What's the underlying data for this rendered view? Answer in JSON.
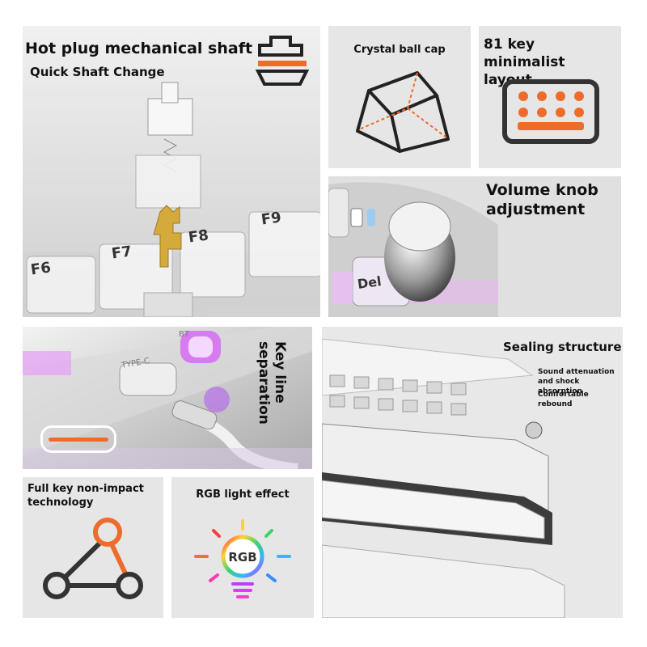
{
  "colors": {
    "accent": "#ee6c2b",
    "panel_bg": "#e6e6e6",
    "ink": "#222222"
  },
  "hotplug": {
    "title": "Hot plug mechanical shaft",
    "subtitle": "Quick Shaft Change",
    "keys": [
      "F6",
      "F7",
      "F8",
      "F9"
    ],
    "icon": "switch-icon"
  },
  "crystal_cap": {
    "title": "Crystal ball cap",
    "icon": "keycap-icon"
  },
  "layout81": {
    "title": "81 key minimalist layout",
    "icon": "keyboard-icon"
  },
  "volume": {
    "title": "Volume knob adjustment",
    "key_label": "Del"
  },
  "keyline": {
    "title": "Key line separation",
    "port_label": "TYPE-C",
    "bt_label": "BT"
  },
  "sealing": {
    "title": "Sealing structure",
    "note1": "Sound attenuation and shock absorption",
    "note2": "Comfortable rebound"
  },
  "nonimpact": {
    "title": "Full key non-impact technology",
    "icon": "triangle-network-icon"
  },
  "rgb": {
    "title": "RGB light effect",
    "badge": "RGB",
    "icon": "rgb-bulb-icon"
  }
}
